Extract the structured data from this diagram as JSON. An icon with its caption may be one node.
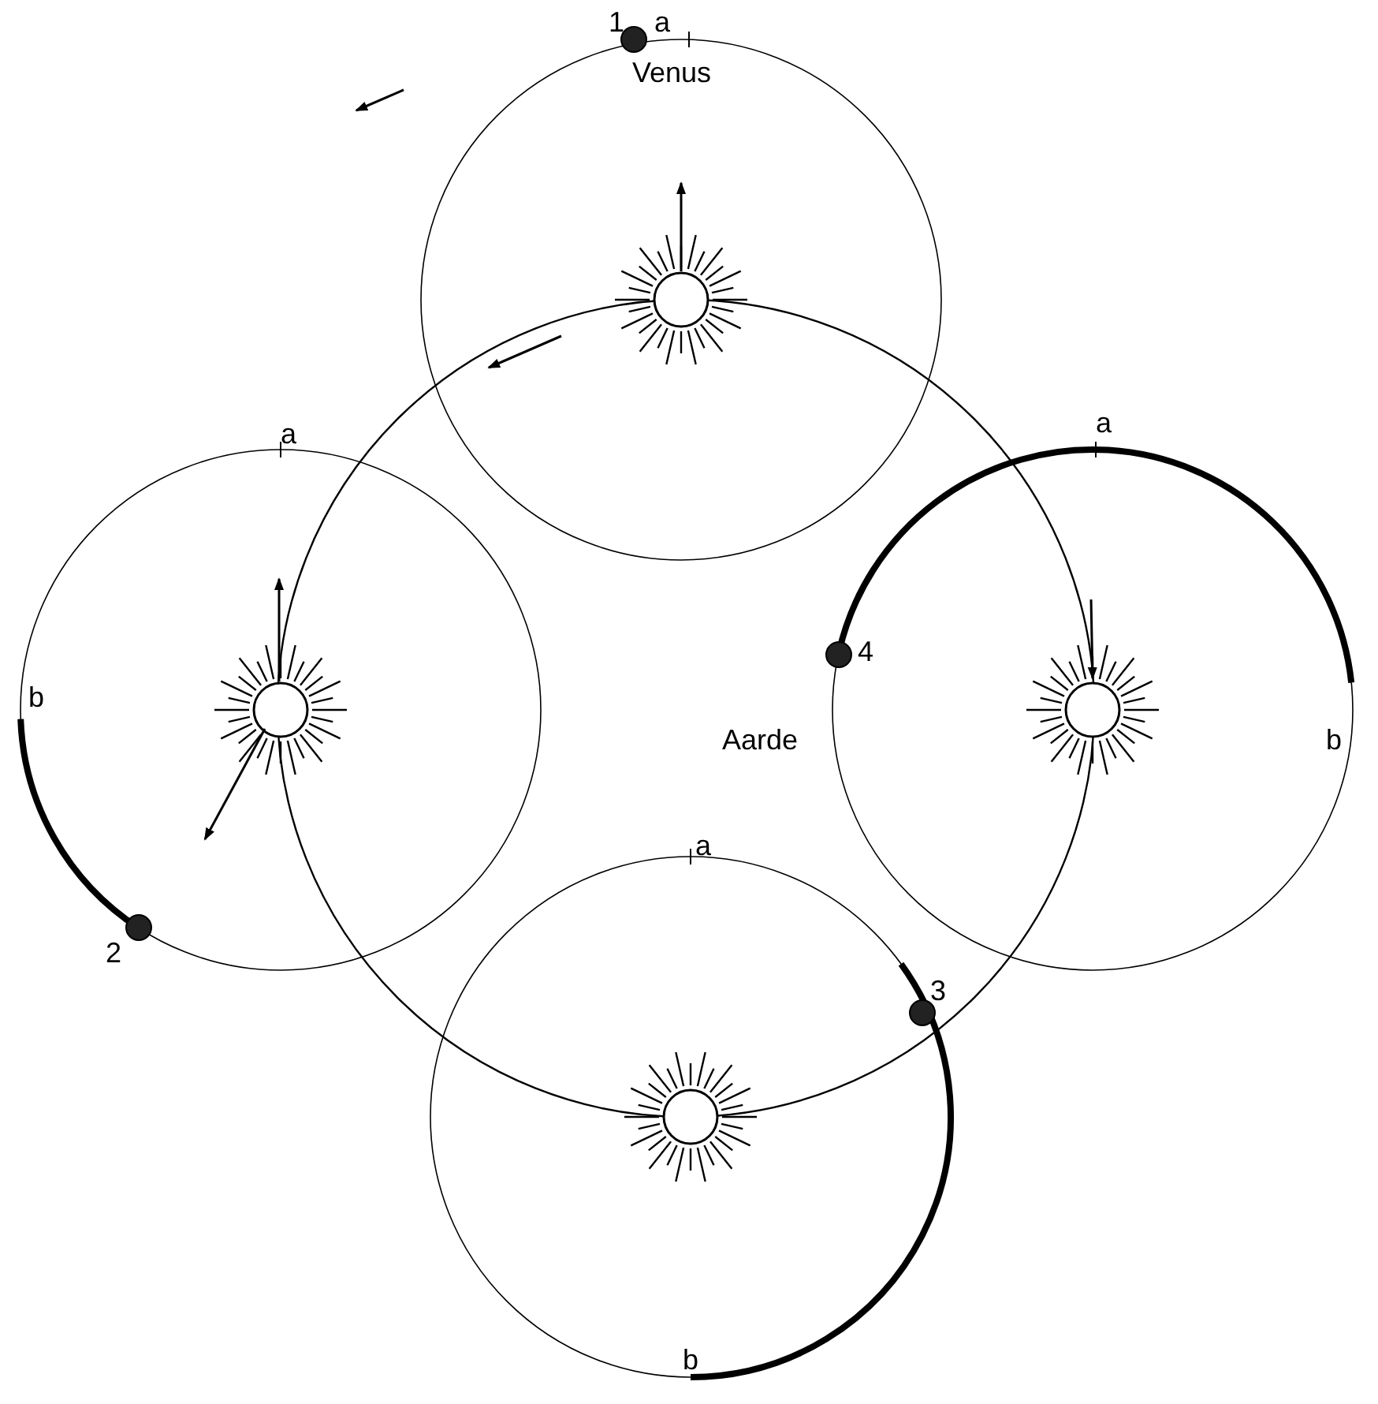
{
  "diagram": {
    "labels": [
      "1",
      "a",
      "Venus",
      "a",
      "b",
      "2",
      "Aarde",
      "a",
      "4",
      "b",
      "a",
      "3",
      "b"
    ]
  }
}
